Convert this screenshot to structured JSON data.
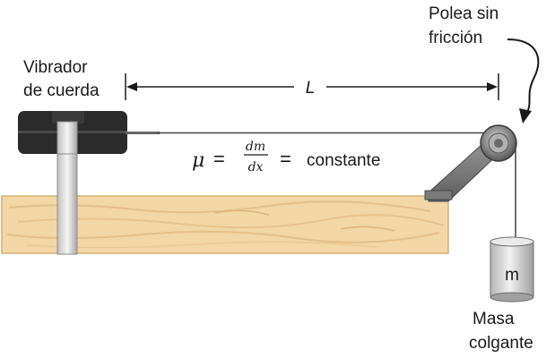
{
  "labels": {
    "vibrator_line1": "Vibrador",
    "vibrator_line2": "de cuerda",
    "pulley_line1": "Polea sin",
    "pulley_line2": "fricción",
    "length": "L",
    "mass_line1": "Masa",
    "mass_line2": "colgante",
    "mass_symbol": "m"
  },
  "equation": {
    "mu": "μ",
    "equals": "=",
    "numerator": "dm",
    "denominator": "dx",
    "equals2": "=",
    "rhs": "constante"
  },
  "colors": {
    "wood": "#f3d7a6",
    "wood_grain": "#e6c08a",
    "vibrator": "#2b2b2b",
    "rod": "#e0e0e0",
    "string": "#444444",
    "pulley": "#7a7a7a",
    "mass": "#d9d9d9"
  }
}
